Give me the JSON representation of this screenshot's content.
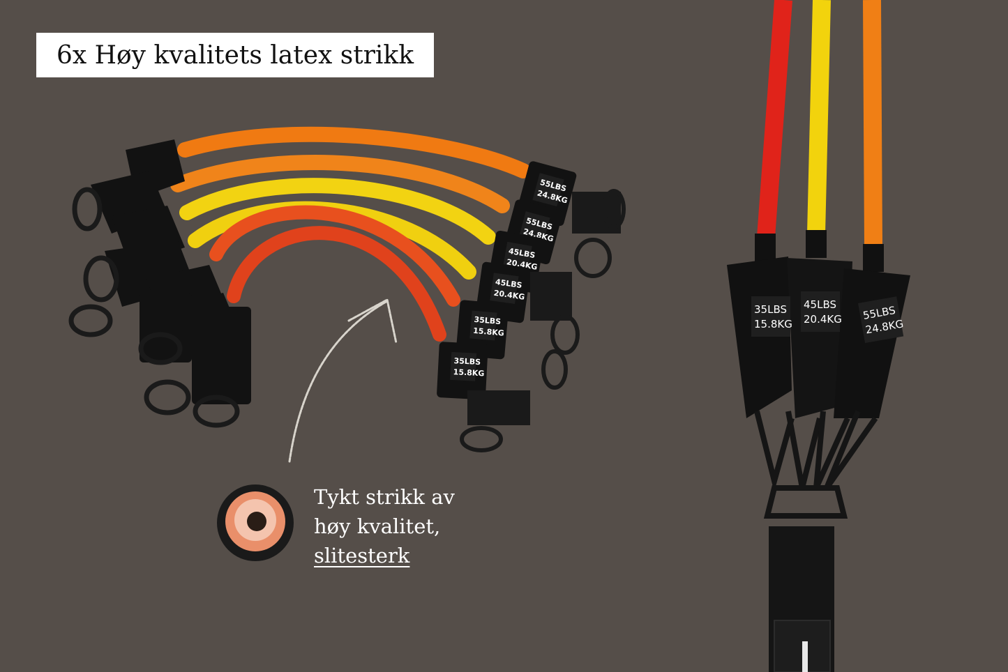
{
  "title": "6x Høy kvalitets latex strikk",
  "caption": {
    "line1": "Tykt strikk av",
    "line2": "høy kvalitet,",
    "line3": "slitesterk"
  },
  "bands_left": [
    {
      "lbs": "55LBS",
      "kg": "24.8KG",
      "color": "#f07a12"
    },
    {
      "lbs": "55LBS",
      "kg": "24.8KG",
      "color": "#f0841a"
    },
    {
      "lbs": "45LBS",
      "kg": "20.4KG",
      "color": "#f2d312"
    },
    {
      "lbs": "45LBS",
      "kg": "20.4KG",
      "color": "#f0d010"
    },
    {
      "lbs": "35LBS",
      "kg": "15.8KG",
      "color": "#e8501e"
    },
    {
      "lbs": "35LBS",
      "kg": "15.8KG",
      "color": "#e0421c"
    }
  ],
  "bands_right": [
    {
      "lbs": "35LBS",
      "kg": "15.8KG",
      "color": "#e0231a"
    },
    {
      "lbs": "45LBS",
      "kg": "20.4KG",
      "color": "#f2d30d"
    },
    {
      "lbs": "55LBS",
      "kg": "24.8KG",
      "color": "#f07f15"
    }
  ],
  "colors": {
    "background": "#554e49",
    "handle": "#111111",
    "title_box": "#ffffff",
    "text_light": "#ffffff"
  }
}
